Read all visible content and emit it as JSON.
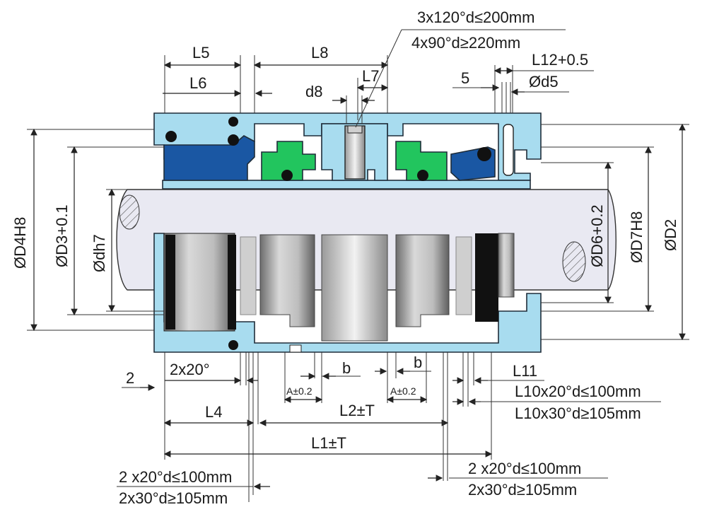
{
  "colors": {
    "housing": "#a8dcef",
    "rubber": "#1a57a3",
    "face": "#22c55e",
    "shaft": "#e9e9f2",
    "oring": "#111111",
    "metal": "#b8b8b8"
  },
  "labels": {
    "note_top_1": "3x120°d≤200mm",
    "note_top_2": "4x90°d≥220mm",
    "L5": "L5",
    "L6": "L6",
    "L8": "L8",
    "L7": "L7",
    "d8": "d8",
    "five": "5",
    "L12": "L12+0.5",
    "d5": "Ød5",
    "D4": "ØD4H8",
    "D3": "ØD3+0.1",
    "dh7": "Ødh7",
    "D6": "ØD6+0.2",
    "D7": "ØD7H8",
    "D2": "ØD2",
    "two": "2",
    "chamfer": "2x20°",
    "b_left": "b",
    "b_right": "b",
    "A_left": "A±0.2",
    "A_right": "A±0.2",
    "L11": "L11",
    "L10_1": "L10x20°d≤100mm",
    "L10_2": "L10x30°d≥105mm",
    "L4": "L4",
    "L2": "L2±T",
    "L1": "L1±T",
    "bl_1": "2 x20°d≤100mm",
    "bl_2": "2x30°d≥105mm",
    "br_1": "2 x20°d≤100mm",
    "br_2": "2x30°d≥105mm"
  }
}
